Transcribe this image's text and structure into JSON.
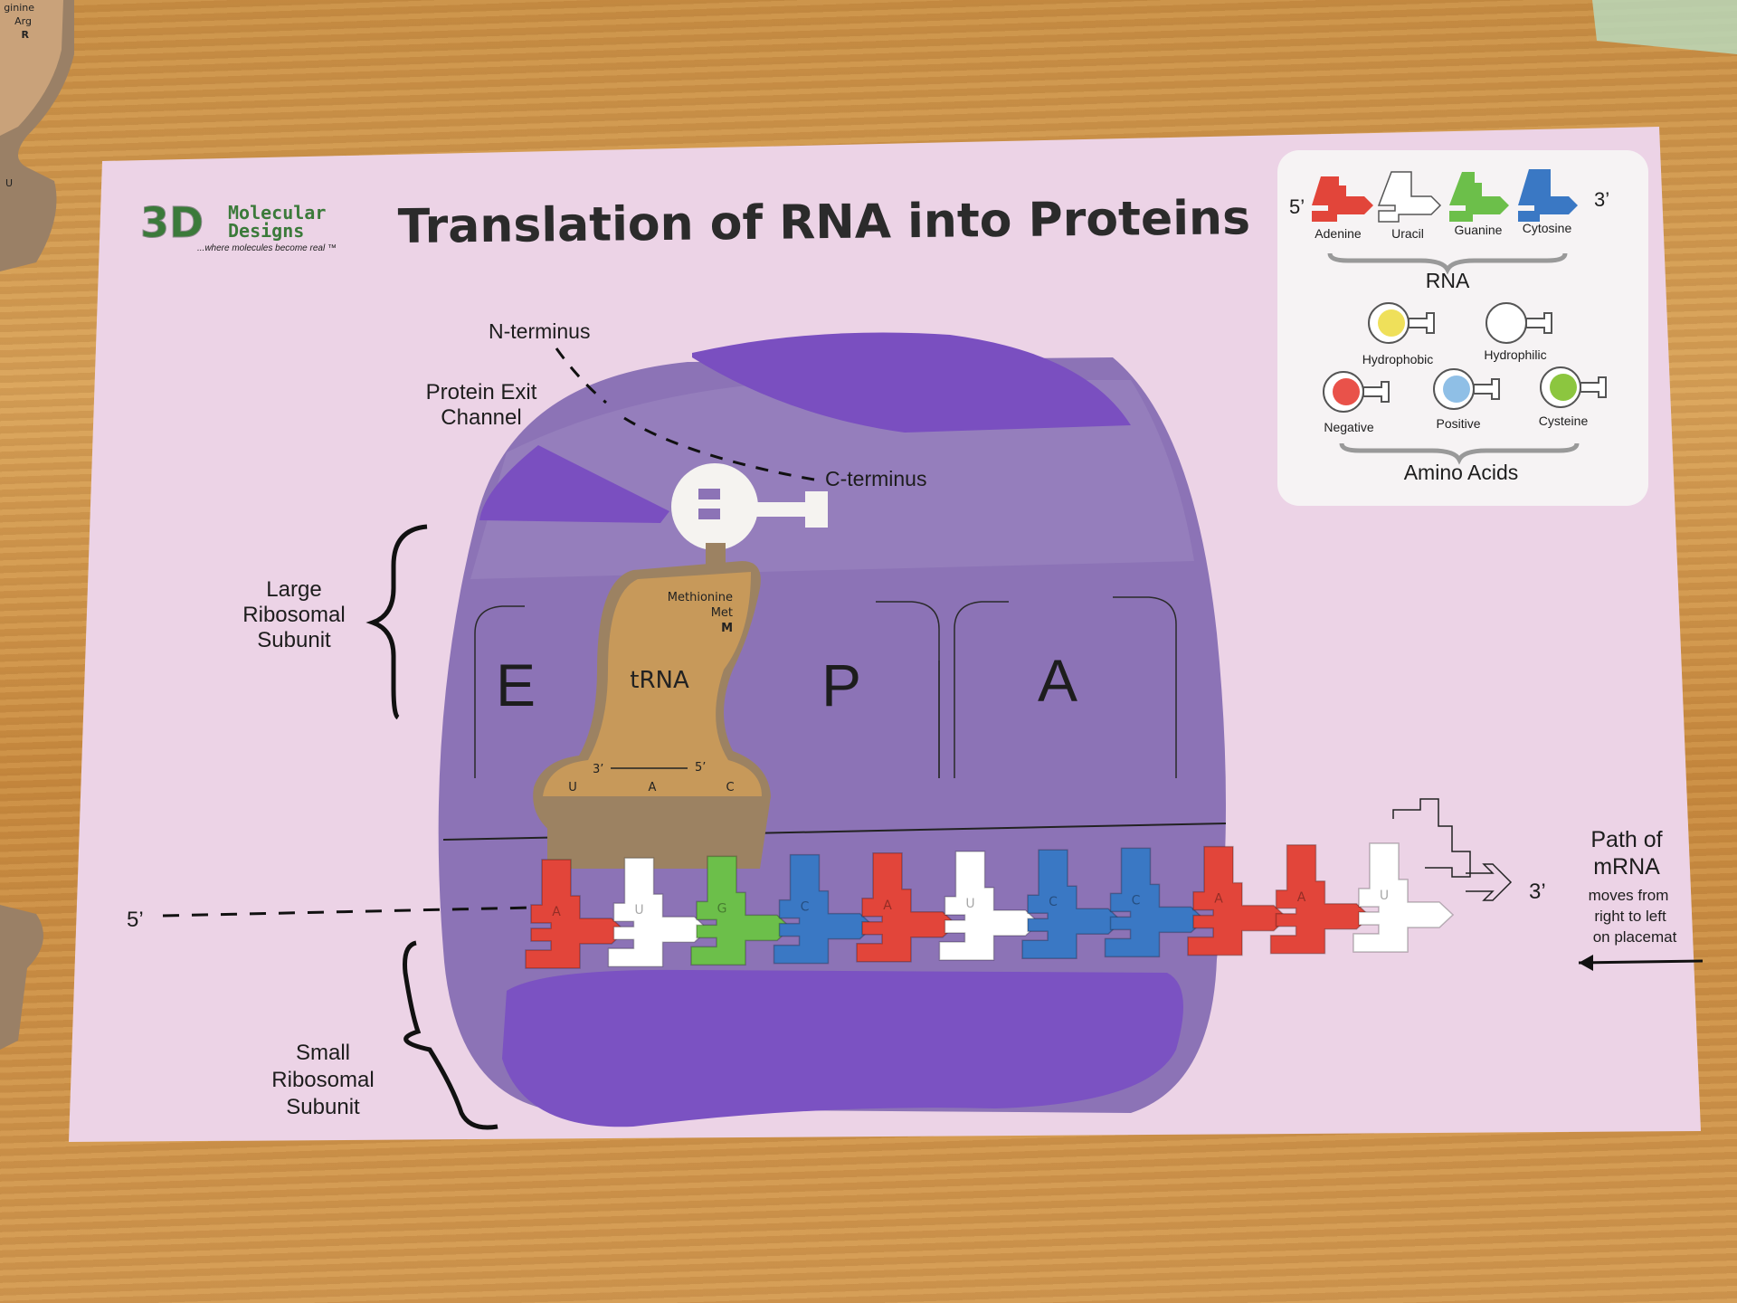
{
  "title": "Translation of RNA into Proteins",
  "logo": {
    "brand_top": "3D",
    "brand_name_1": "Molecular",
    "brand_name_2": "Designs",
    "tagline": "...where molecules become real ™"
  },
  "legend": {
    "rna": {
      "five_prime": "5’",
      "three_prime": "3’",
      "bases": [
        {
          "label": "Adenine",
          "letter": "A",
          "color": "#e2453a"
        },
        {
          "label": "Uracil",
          "letter": "U",
          "color": "#ffffff"
        },
        {
          "label": "Guanine",
          "letter": "G",
          "color": "#6cbf4a"
        },
        {
          "label": "Cytosine",
          "letter": "C",
          "color": "#3a78c4"
        }
      ],
      "group_label": "RNA"
    },
    "amino_acids": {
      "items": [
        {
          "label": "Hydrophobic",
          "color": "#efe05a"
        },
        {
          "label": "Hydrophilic",
          "color": "#ffffff"
        },
        {
          "label": "Negative",
          "color": "#e9524a"
        },
        {
          "label": "Positive",
          "color": "#8fbfe6"
        },
        {
          "label": "Cysteine",
          "color": "#8cc63f"
        }
      ],
      "group_label": "Amino Acids"
    }
  },
  "labels": {
    "n_terminus": "N-terminus",
    "exit_channel_1": "Protein Exit",
    "exit_channel_2": "Channel",
    "c_terminus": "C-terminus",
    "large_1": "Large",
    "large_2": "Ribosomal",
    "large_3": "Subunit",
    "small_1": "Small",
    "small_2": "Ribosomal",
    "small_3": "Subunit",
    "five_prime": "5’",
    "three_prime": "3’",
    "path_1": "Path of",
    "path_2": "mRNA",
    "path_3": "moves from",
    "path_4": "right to left",
    "path_5": "on placemat"
  },
  "sites": [
    "E",
    "P",
    "A"
  ],
  "trna": {
    "name": "tRNA",
    "amino_acid": "Methionine",
    "abbr": "Met",
    "code": "M",
    "three_prime": "3’",
    "five_prime": "5’",
    "anticodon": [
      "U",
      "A",
      "C"
    ]
  },
  "mrna_sequence": [
    "A",
    "U",
    "G",
    "C",
    "A",
    "U",
    "C",
    "C",
    "A",
    "A",
    "U"
  ],
  "side_piece": {
    "name_fragment": "ginine",
    "abbr": "Arg",
    "code": "R",
    "letter": "U"
  }
}
